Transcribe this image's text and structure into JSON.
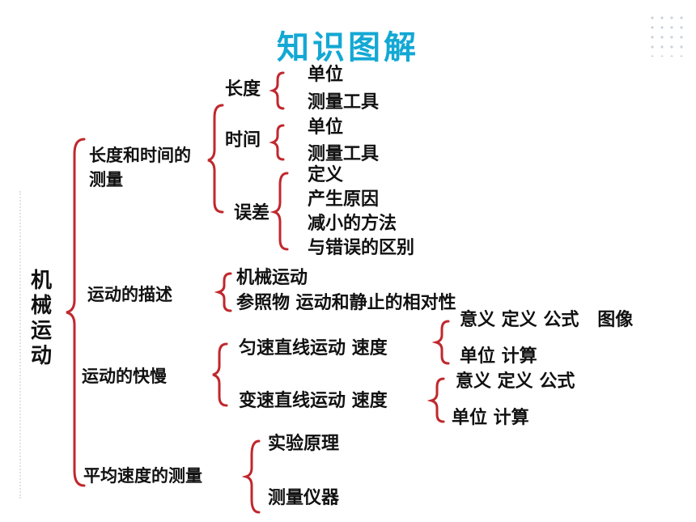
{
  "title": "知识图解",
  "root": "机械运动",
  "level1": {
    "measure": "长度和时间的测量",
    "describe": "运动的描述",
    "speed": "运动的快慢",
    "avg": "平均速度的测量"
  },
  "measure": {
    "length": {
      "label": "长度",
      "items": [
        "单位",
        "测量工具"
      ]
    },
    "time": {
      "label": "时间",
      "items": [
        "单位",
        "测量工具"
      ]
    },
    "error": {
      "label": "误差",
      "items": [
        "定义",
        "产生原因",
        "减小的方法",
        "与错误的区别"
      ]
    }
  },
  "describe": {
    "items": [
      "机械运动",
      "参照物 运动和静止的相对性"
    ]
  },
  "speed": {
    "uniform": {
      "label": "匀速直线运动 速度",
      "items": [
        "意义 定义 公式   图像",
        "单位 计算"
      ]
    },
    "variable": {
      "label": "变速直线运动 速度",
      "items": [
        "意义 定义 公式",
        "单位 计算"
      ]
    }
  },
  "avg": {
    "items": [
      "实验原理",
      "测量仪器"
    ]
  },
  "colors": {
    "title": "#13a8d4",
    "bracket": "#c0282d",
    "text": "#111111"
  }
}
